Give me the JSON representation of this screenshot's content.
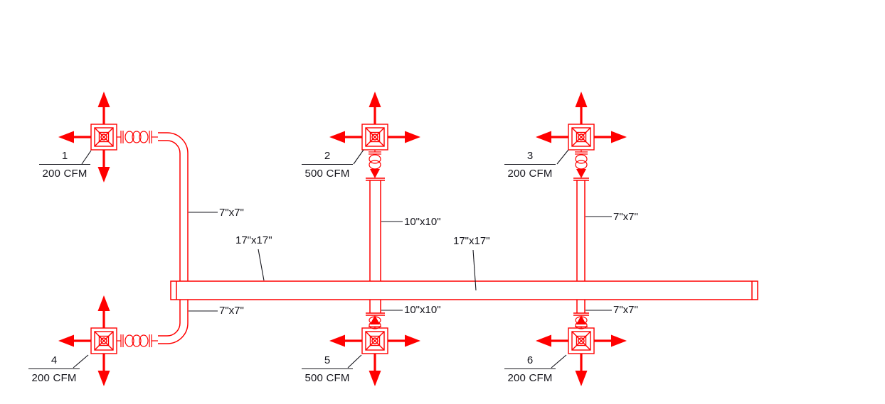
{
  "colors": {
    "duct_geometry": "#ff0000",
    "text": "#15151c",
    "background": "#ffffff"
  },
  "diffuser_tags": [
    {
      "number": "1",
      "cfm": "200 CFM"
    },
    {
      "number": "2",
      "cfm": "500 CFM"
    },
    {
      "number": "3",
      "cfm": "200 CFM"
    },
    {
      "number": "4",
      "cfm": "200 CFM"
    },
    {
      "number": "5",
      "cfm": "500 CFM"
    },
    {
      "number": "6",
      "cfm": "200 CFM"
    }
  ],
  "size_labels": [
    {
      "id": "branch-1-riser",
      "text": "7\"x7\""
    },
    {
      "id": "branch-2-riser",
      "text": "10\"x10\""
    },
    {
      "id": "branch-3-riser",
      "text": "7\"x7\""
    },
    {
      "id": "trunk-left",
      "text": "17\"x17\""
    },
    {
      "id": "trunk-right",
      "text": "17\"x17\""
    },
    {
      "id": "branch-4-drop",
      "text": "7\"x7\""
    },
    {
      "id": "branch-5-drop",
      "text": "10\"x10\""
    },
    {
      "id": "branch-6-drop",
      "text": "7\"x7\""
    }
  ]
}
